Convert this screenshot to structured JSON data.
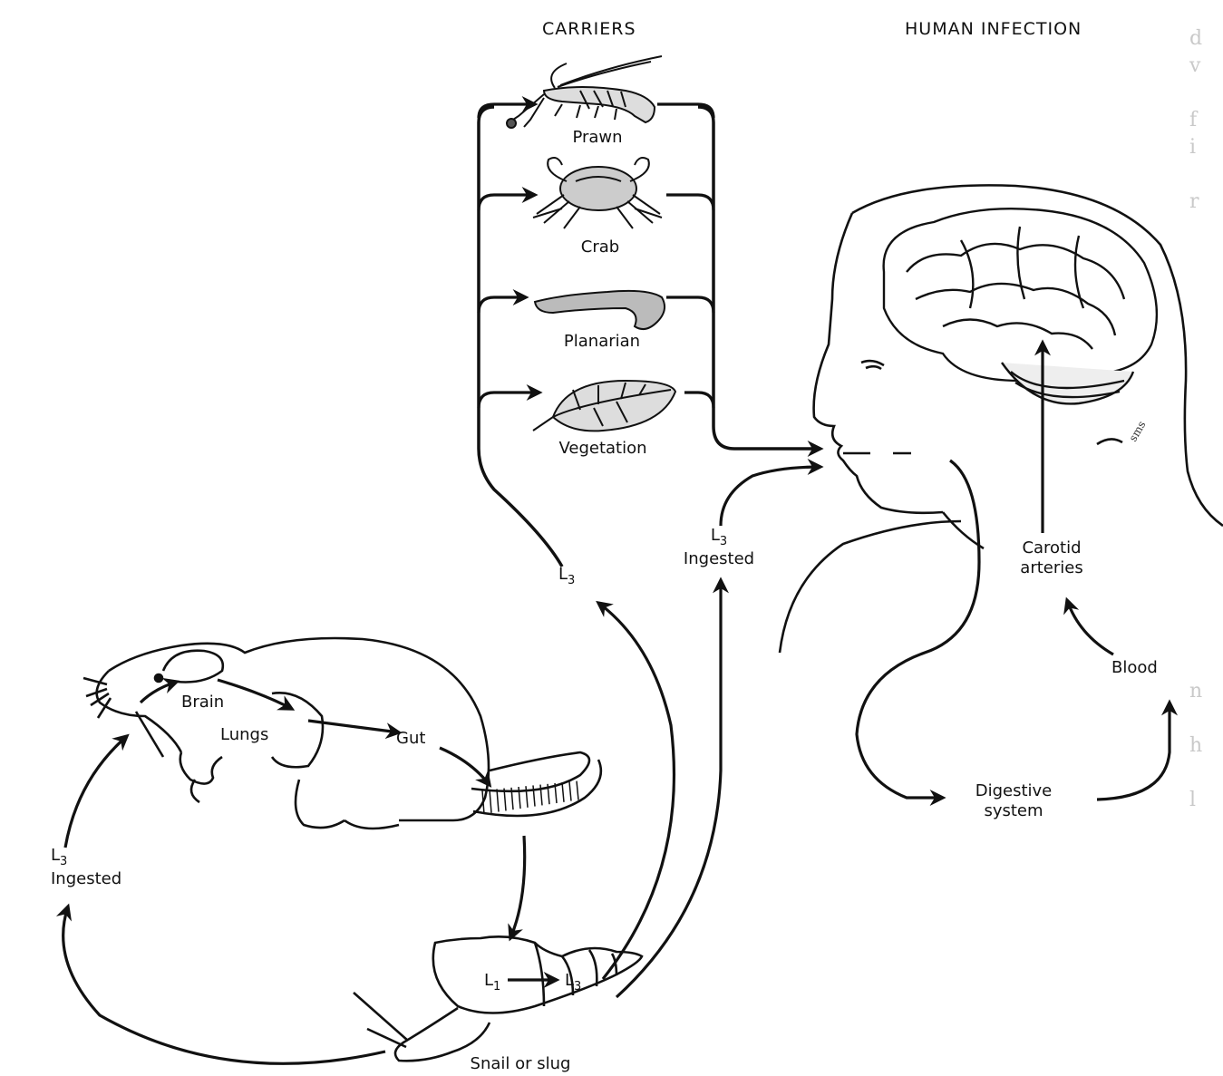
{
  "headers": {
    "carriers": "CARRIERS",
    "human_infection": "HUMAN INFECTION"
  },
  "carriers": {
    "prawn": "Prawn",
    "crab": "Crab",
    "planarian": "Planarian",
    "vegetation": "Vegetation"
  },
  "rat": {
    "brain": "Brain",
    "lungs": "Lungs",
    "gut": "Gut"
  },
  "stages": {
    "l3_ingested_rat": {
      "l": "L",
      "sub": "3",
      "word": "Ingested"
    },
    "l3_to_carriers": {
      "l": "L",
      "sub": "3"
    },
    "l3_ingested_human": {
      "l": "L",
      "sub": "3",
      "word": "Ingested"
    },
    "snail_l1": {
      "l": "L",
      "sub": "1"
    },
    "snail_l3": {
      "l": "L",
      "sub": "3"
    }
  },
  "snail_label": "Snail or slug",
  "human": {
    "carotid": "Carotid",
    "arteries": "arteries",
    "blood": "Blood",
    "digestive": "Digestive",
    "system": "system",
    "signature": "sms"
  }
}
